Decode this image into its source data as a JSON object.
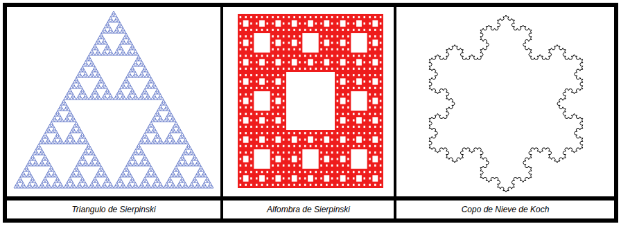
{
  "diagram": {
    "nodes": [
      {
        "text": [
          "Triangulo de Sierpinski"
        ]
      },
      {
        "text": [
          "Alfombra de Sierpinski"
        ]
      },
      {
        "text": [
          "Copo de Nieve de Koch"
        ]
      }
    ]
  }
}
